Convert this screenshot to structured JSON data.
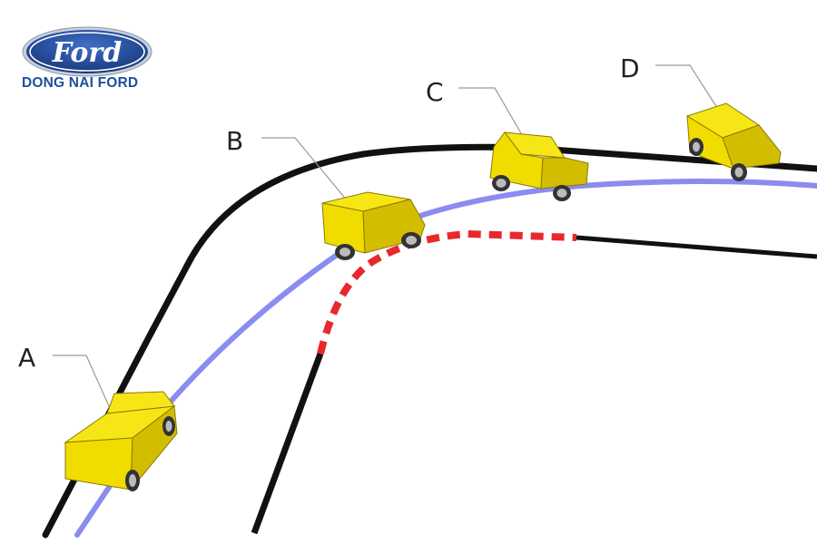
{
  "brand": {
    "logo_text": "Ford",
    "subtitle": "DONG NAI FORD",
    "colors": {
      "oval": "#1d3f88",
      "text": "#1e4f9f"
    }
  },
  "diagram": {
    "colors": {
      "road_edge": "#111111",
      "driving_line": "#8b8cf0",
      "curb": "#e8282d",
      "car_body": "#f5e000",
      "car_shade": "#d8c400",
      "leader_line": "#999999"
    },
    "cars": [
      {
        "id": "car-a",
        "label": "A"
      },
      {
        "id": "car-b",
        "label": "B"
      },
      {
        "id": "car-c",
        "label": "C"
      },
      {
        "id": "car-d",
        "label": "D"
      }
    ]
  }
}
